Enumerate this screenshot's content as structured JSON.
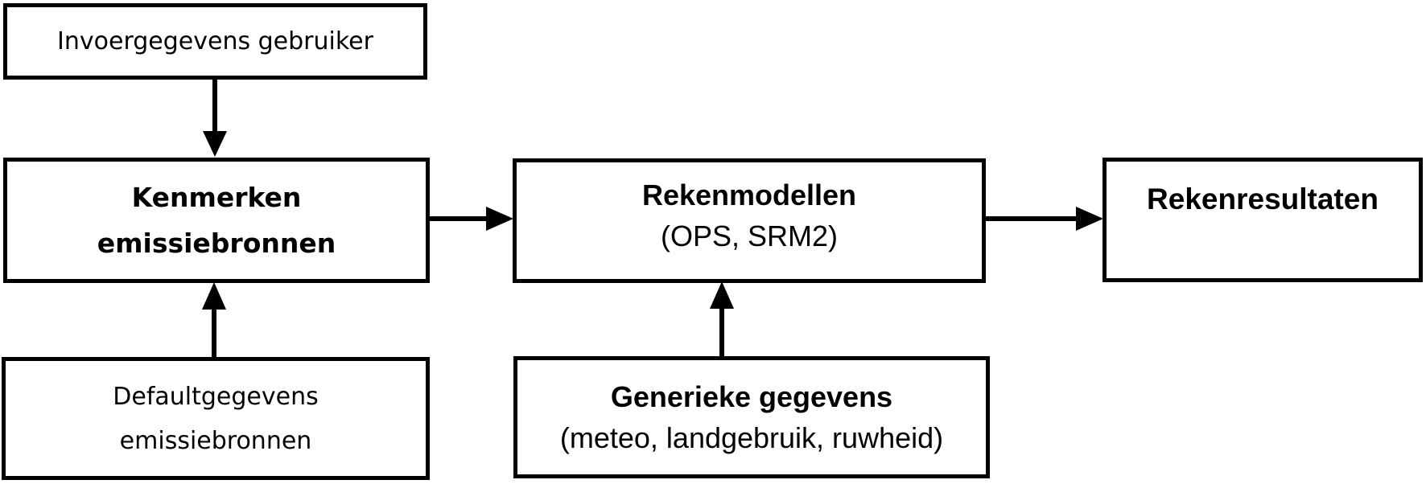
{
  "diagram": {
    "boxes": {
      "invoergegevens": {
        "label": "Invoergegevens gebruiker"
      },
      "kenmerken": {
        "label_line1": "Kenmerken",
        "label_line2": "emissiebronnen"
      },
      "defaultgegevens": {
        "label_line1": "Defaultgegevens",
        "label_line2": "emissiebronnen"
      },
      "rekenmodellen": {
        "label": "Rekenmodellen",
        "sublabel": "(OPS, SRM2)"
      },
      "generieke_gegevens": {
        "label": "Generieke gegevens",
        "sublabel": "(meteo, landgebruik, ruwheid)"
      },
      "rekenresultaten": {
        "label": "Rekenresultaten"
      }
    },
    "colors": {
      "line": "#000000",
      "box_background": "#ffffff",
      "text": "#000000"
    }
  }
}
